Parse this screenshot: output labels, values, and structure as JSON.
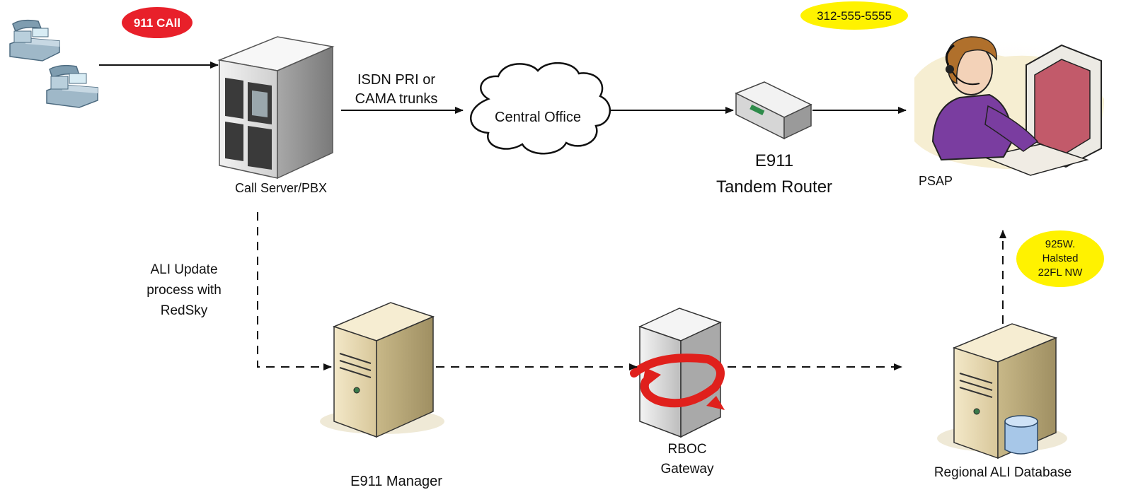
{
  "badges": {
    "call": "911 CAll",
    "phone_number": "312-555-5555",
    "address_line1": "925W.",
    "address_line2": "Halsted",
    "address_line3": "22FL NW"
  },
  "labels": {
    "call_server": "Call Server/PBX",
    "trunks_line1": "ISDN PRI or",
    "trunks_line2": "CAMA trunks",
    "central_office": "Central Office",
    "tandem_line1": "E911",
    "tandem_line2": "Tandem Router",
    "psap": "PSAP",
    "ali_update_line1": "ALI Update",
    "ali_update_line2": "process with",
    "ali_update_line3": "RedSky",
    "e911_manager": "E911 Manager",
    "rboc_line1": "RBOC",
    "rboc_line2": "Gateway",
    "regional_ali": "Regional ALI Database"
  },
  "colors": {
    "call_badge": "#e8202a",
    "highlight_badge": "#fff200",
    "arrow": "#111111",
    "server_tan": "#eadcb4",
    "tower_grey": "#d9d9d9",
    "rboc_swirl": "#e0201c"
  }
}
